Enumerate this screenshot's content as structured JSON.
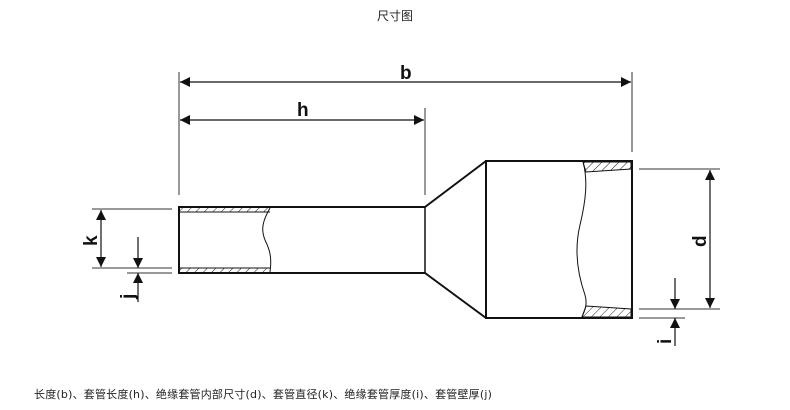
{
  "title": "尺寸图",
  "labels": {
    "b": "b",
    "h": "h",
    "k": "k",
    "j": "j",
    "d": "d",
    "i": "i"
  },
  "caption": "长度(b)、套管长度(h)、绝缘套管内部尺寸(d)、套管直径(k)、绝缘套管厚度(i)、套管壁厚(j)",
  "colors": {
    "line": "#111111",
    "dim_line": "#333333",
    "background": "#ffffff"
  }
}
